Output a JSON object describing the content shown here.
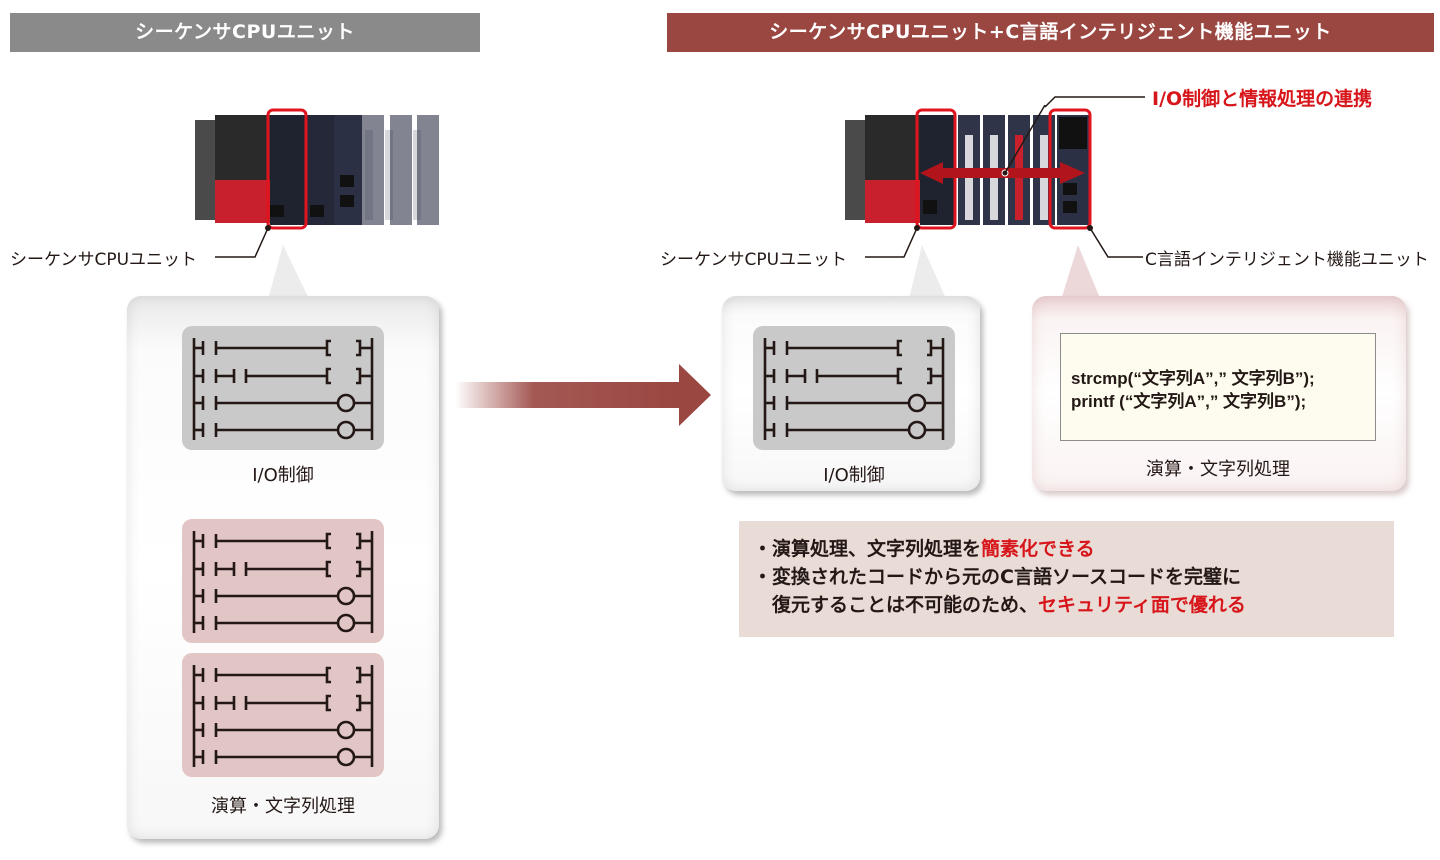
{
  "headers": {
    "left": "シーケンサCPUユニット",
    "right": "シーケンサCPUユニット+C言語インテリジェント機能ユニット"
  },
  "left_panel": {
    "unit_label": "シーケンサCPUユニット",
    "boxes": [
      {
        "caption": "I/O制御",
        "color": "#c9c9c9"
      },
      {
        "caption": "演算・文字列処理",
        "color": "#e2c6c5"
      }
    ]
  },
  "right_panel": {
    "link_label": "I/O制御と情報処理の連携",
    "cpu_label": "シーケンサCPUユニット",
    "c_unit_label": "C言語インテリジェント機能ユニット",
    "io_caption": "I/O制御",
    "code_lines": [
      "strcmp(“文字列A”,” 文字列B”);",
      "printf (“文字列A”,” 文字列B”);"
    ],
    "code_caption": "演算・文字列処理"
  },
  "benefits": {
    "line1_prefix": "・演算処理、文字列処理を",
    "line1_highlight": "簡素化できる",
    "line2": "・変換されたコードから元のC言語ソースコードを完璧に",
    "line3_prefix": "　復元することは不可能のため、",
    "line3_highlight": "セキュリティ面で優れる"
  },
  "colors": {
    "header_left": "#8a8a8a",
    "header_right": "#9a4641",
    "arrow": "#9a4641",
    "highlight_red": "#d7161b",
    "io_box": "#c9c9c9",
    "calc_box": "#e2c6c5",
    "info_bg": "#e9dcd6",
    "code_bg": "#fdfcee"
  }
}
